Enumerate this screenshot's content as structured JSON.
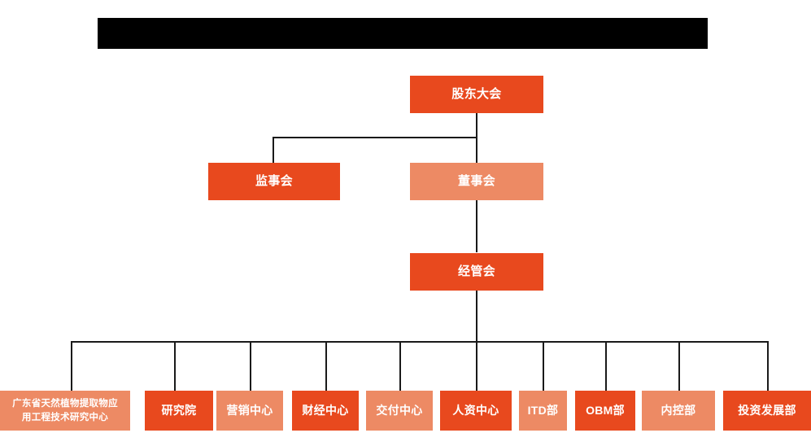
{
  "chart_data": {
    "type": "diagram",
    "title": "",
    "diagram_kind": "organizational-chart",
    "orientation": "top-down",
    "colors": {
      "primary": "#E8491E",
      "secondary": "#ED8A64",
      "connector": "#1a1a1a",
      "text": "#ffffff",
      "background": "#ffffff",
      "redaction": "#000000"
    },
    "levels": [
      {
        "level": 1,
        "nodes": [
          "股东大会"
        ]
      },
      {
        "level": 2,
        "nodes": [
          "监事会",
          "董事会"
        ]
      },
      {
        "level": 3,
        "nodes": [
          "经管会"
        ]
      },
      {
        "level": 4,
        "nodes": [
          "广东省天然植物提取物应用工程技术研究中心",
          "研究院",
          "营销中心",
          "财经中心",
          "交付中心",
          "人资中心",
          "ITD部",
          "OBM部",
          "内控部",
          "投资发展部"
        ]
      }
    ],
    "edges": [
      {
        "from": "股东大会",
        "to": "监事会"
      },
      {
        "from": "股东大会",
        "to": "董事会"
      },
      {
        "from": "董事会",
        "to": "经管会"
      },
      {
        "from": "经管会",
        "to": "广东省天然植物提取物应用工程技术研究中心"
      },
      {
        "from": "经管会",
        "to": "研究院"
      },
      {
        "from": "经管会",
        "to": "营销中心"
      },
      {
        "from": "经管会",
        "to": "财经中心"
      },
      {
        "from": "经管会",
        "to": "交付中心"
      },
      {
        "from": "经管会",
        "to": "人资中心"
      },
      {
        "from": "经管会",
        "to": "ITD部"
      },
      {
        "from": "经管会",
        "to": "OBM部"
      },
      {
        "from": "经管会",
        "to": "内控部"
      },
      {
        "from": "经管会",
        "to": "投资发展部"
      }
    ]
  },
  "header": {
    "redacted_title": ""
  },
  "tier1": {
    "shareholders_meeting": "股东大会"
  },
  "tier2": {
    "board_of_supervisors": "监事会",
    "board_of_directors": "董事会"
  },
  "tier3": {
    "management_committee": "经管会"
  },
  "departments": [
    {
      "label_line1": "广东省天然植物提取物应",
      "label_line2": "用工程技术研究中心"
    },
    {
      "label": "研究院"
    },
    {
      "label": "营销中心"
    },
    {
      "label": "财经中心"
    },
    {
      "label": "交付中心"
    },
    {
      "label": "人资中心"
    },
    {
      "label": "ITD部"
    },
    {
      "label": "OBM部"
    },
    {
      "label": "内控部"
    },
    {
      "label": "投资发展部"
    }
  ]
}
